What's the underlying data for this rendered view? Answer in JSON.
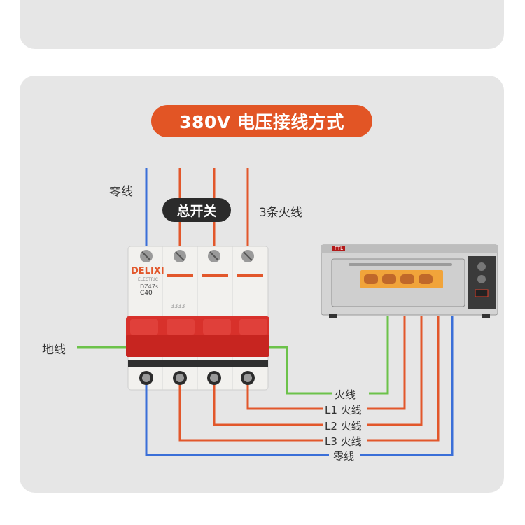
{
  "title": "380V 电压接线方式",
  "labels": {
    "neutral_top": "零线",
    "main_switch": "总开关",
    "three_live": "3条火线",
    "ground": "地线"
  },
  "breaker": {
    "brand": "DELIXI",
    "sub_brand": "ELECTRIC",
    "model": "DZ47s",
    "rating": "C40"
  },
  "oven": {
    "brand": "FTL"
  },
  "wire_labels": [
    "火线",
    "L1 火线",
    "L2 火线",
    "L3 火线",
    "零线"
  ],
  "colors": {
    "live": "#e2572b",
    "neutral": "#3a6fd8",
    "ground": "#6cc24a",
    "accent": "#e25525",
    "card": "#e6e6e6"
  }
}
